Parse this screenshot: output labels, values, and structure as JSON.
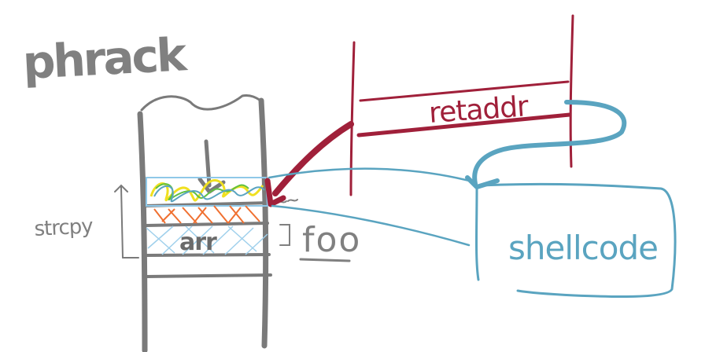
{
  "labels": {
    "title": "phrack",
    "stack_label": "strcpy",
    "arr_label": "arr",
    "func_label": "foo",
    "dtors_label": "retaddr",
    "shellcode_label": "shellcode"
  },
  "colors": {
    "gray": "#808080",
    "dark_gray": "#707070",
    "crimson": "#a0203a",
    "teal": "#5aa4c0",
    "yellow": "#f0e020",
    "green": "#60c040",
    "orange": "#f07030",
    "light_blue": "#8fc8e8"
  }
}
